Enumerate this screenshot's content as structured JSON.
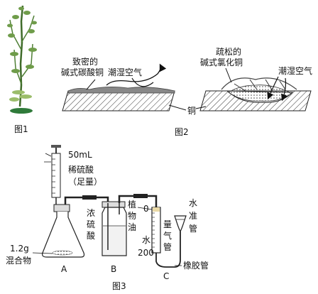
{
  "fig1": {
    "caption": "图1"
  },
  "fig2": {
    "caption": "图2",
    "left_label_line1": "致密的",
    "left_label_line2": "碱式碳酸铜",
    "left_air": "潮湿空气",
    "right_label_line1": "疏松的",
    "right_label_line2": "碱式氯化铜",
    "right_air": "潮湿空气",
    "copper": "铜"
  },
  "fig3": {
    "caption": "图3",
    "syringe_volume": "50mL",
    "acid_line1": "稀硫酸",
    "acid_line2": "（足量）",
    "mixture_mass": "1.2g",
    "mixture": "混合物",
    "label_a": "A",
    "acid_conc_1": "浓",
    "acid_conc_2": "硫",
    "acid_conc_3": "酸",
    "label_b": "B",
    "oil_1": "植",
    "oil_2": "物",
    "oil_3": "油",
    "scale_top": "0",
    "water": "水",
    "scale_bottom": "200",
    "burette_1": "量",
    "burette_2": "气",
    "burette_3": "管",
    "label_c": "C",
    "level_tube_1": "水",
    "level_tube_2": "准",
    "level_tube_3": "管",
    "rubber_tube": "橡胶管"
  }
}
